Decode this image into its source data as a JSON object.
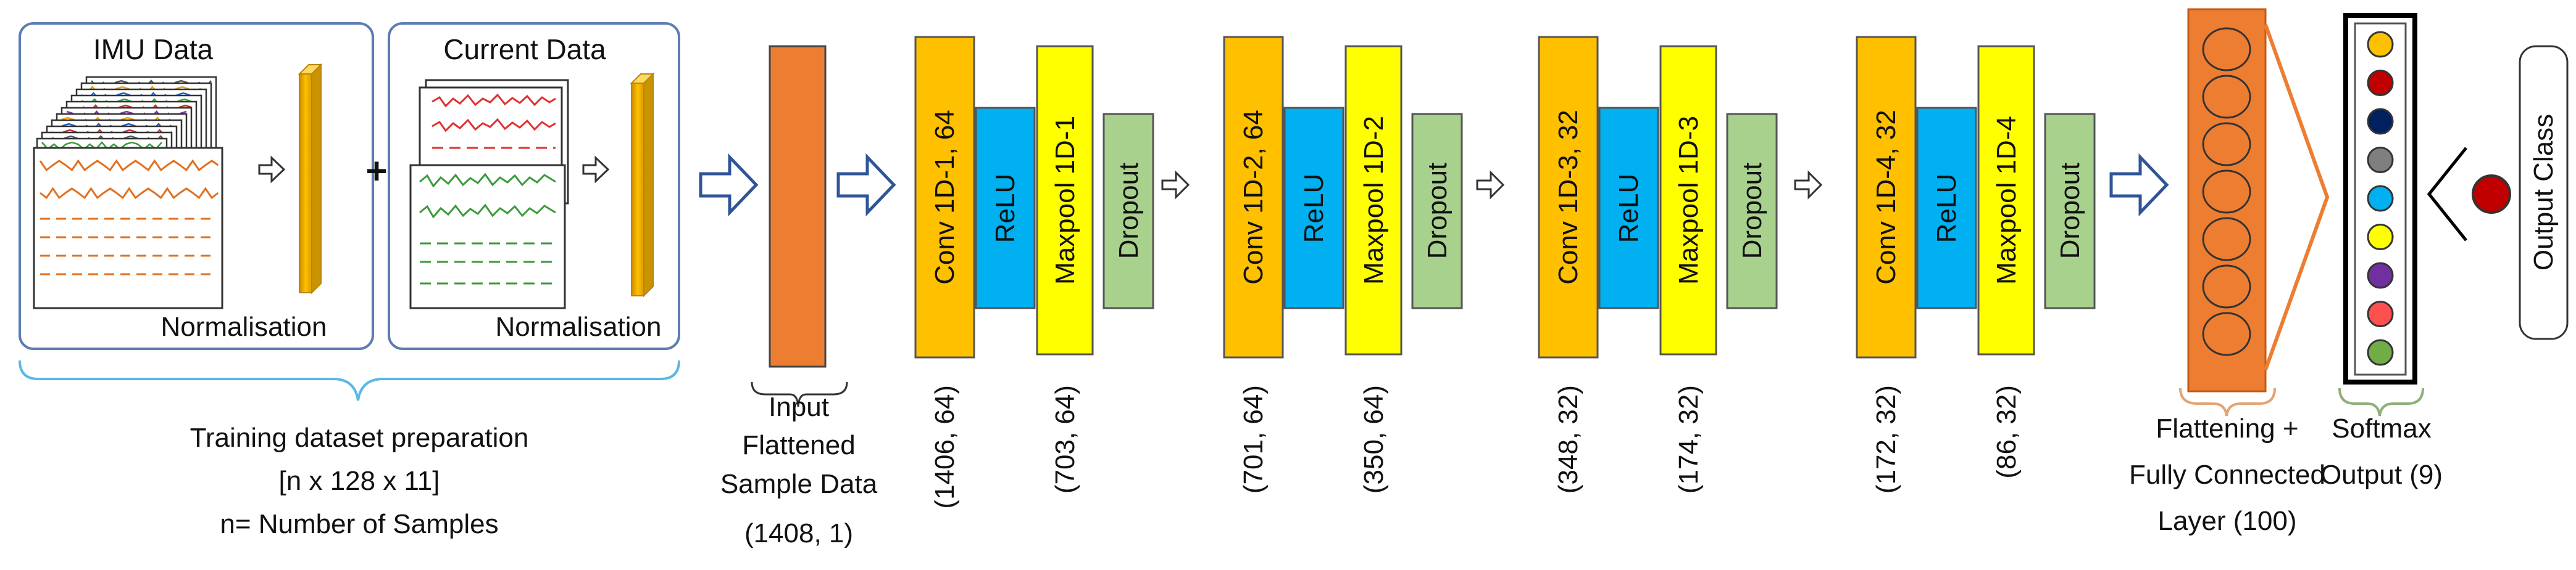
{
  "preparation": {
    "imu_title": "IMU Data",
    "current_title": "Current Data",
    "norm_left": "Normalisation",
    "norm_right": "Normalisation",
    "plus": "+",
    "caption": [
      "Training dataset preparation",
      "[n x 128 x 11]",
      "n= Number of Samples"
    ]
  },
  "input": {
    "caption": [
      "Input",
      "Flattened",
      "Sample Data",
      "(1408, 1)"
    ]
  },
  "blocks": [
    {
      "conv": "Conv 1D-1, 64",
      "relu": "ReLU",
      "pool": "Maxpool 1D-1",
      "dropout": "Dropout",
      "conv_dim": "(1406, 64)",
      "pool_dim": "(703, 64)"
    },
    {
      "conv": "Conv 1D-2, 64",
      "relu": "ReLU",
      "pool": "Maxpool 1D-2",
      "dropout": "Dropout",
      "conv_dim": "(701, 64)",
      "pool_dim": "(350, 64)"
    },
    {
      "conv": "Conv 1D-3, 32",
      "relu": "ReLU",
      "pool": "Maxpool 1D-3",
      "dropout": "Dropout",
      "conv_dim": "(348, 32)",
      "pool_dim": "(174, 32)"
    },
    {
      "conv": "Conv 1D-4, 32",
      "relu": "ReLU",
      "pool": "Maxpool 1D-4",
      "dropout": "Dropout",
      "conv_dim": "(172, 32)",
      "pool_dim": "(86, 32)"
    }
  ],
  "fc": {
    "caption": [
      "Flattening +",
      "Fully Connected",
      "Layer (100)"
    ]
  },
  "softmax": {
    "caption": [
      "Softmax",
      "Output (9)"
    ],
    "node_colors": [
      "#FFC000",
      "#C00000",
      "#002060",
      "#7F7F7F",
      "#00B0F0",
      "#FFFF00",
      "#7030A0",
      "#FF5050",
      "#70AD47"
    ]
  },
  "output": {
    "label": "Output Class",
    "node_color": "#C00000"
  },
  "colors": {
    "conv": "#FFC000",
    "relu": "#00B0F0",
    "pool": "#FFFF00",
    "dropout": "#A9D18E",
    "input_bar": "#ED7D31",
    "fc_bar": "#ED7D31",
    "panel_border": "#5B7DB1",
    "brace_blue": "#5BB7E6",
    "brace_orange": "#E5A374",
    "brace_green": "#8FAF78"
  }
}
